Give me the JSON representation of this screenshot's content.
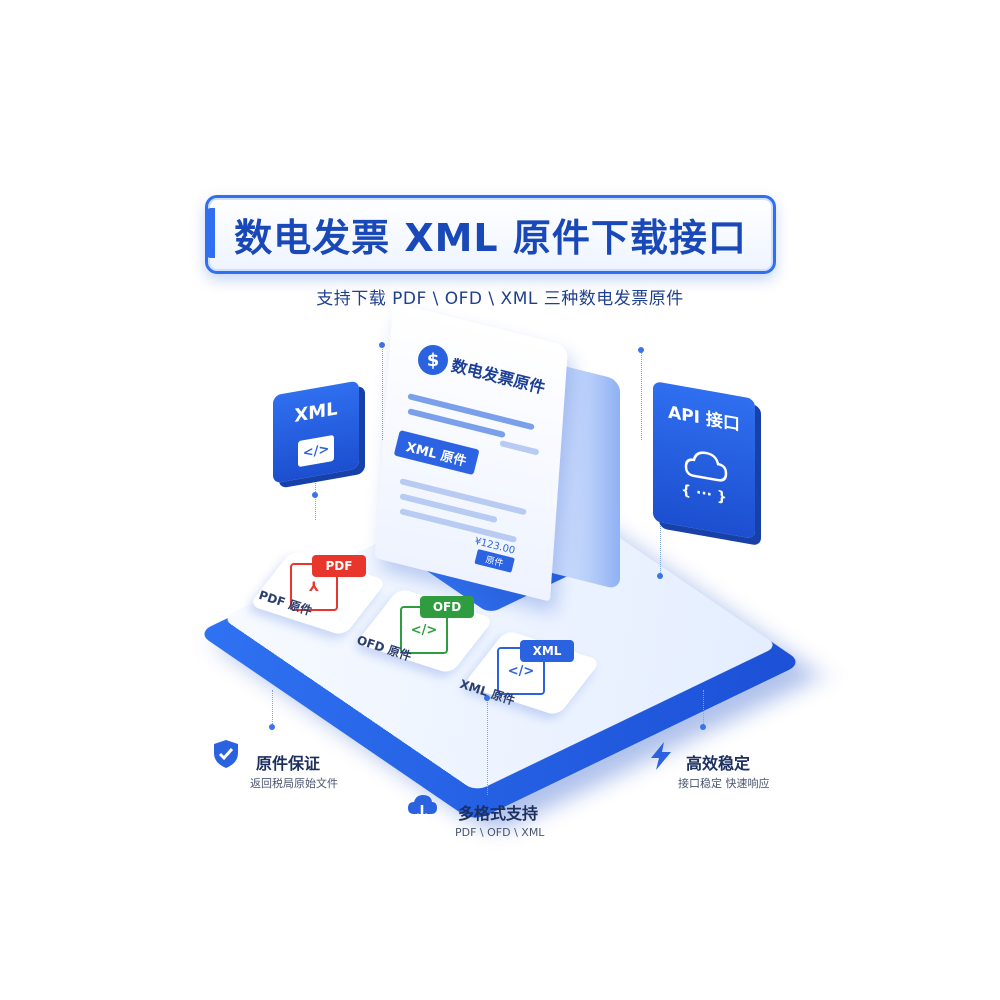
{
  "header": {
    "title": "数电发票 XML 原件下载接口",
    "subtitle": "支持下载 PDF \\ OFD \\ XML 三种数电发票原件"
  },
  "receipt": {
    "title": "数电发票原件",
    "badge": "XML 原件",
    "amount": "¥123.00",
    "small_badge": "原件"
  },
  "cards": {
    "xml": {
      "label": "XML",
      "icon_text": "</>"
    },
    "api": {
      "label": "API 接口",
      "braces": "{ ··· }"
    }
  },
  "tiles": [
    {
      "tag": "PDF",
      "label": "PDF 原件",
      "color": "#e8362d"
    },
    {
      "tag": "OFD",
      "label": "OFD 原件",
      "color": "#2f9d3f"
    },
    {
      "tag": "XML",
      "label": "XML 原件",
      "color": "#2a62e0"
    }
  ],
  "features": {
    "original": {
      "title": "原件保证",
      "sub": "返回税局原始文件"
    },
    "formats": {
      "title": "多格式支持",
      "sub": "PDF \\ OFD \\ XML"
    },
    "stable": {
      "title": "高效稳定",
      "sub": "接口稳定 快速响应"
    }
  },
  "colors": {
    "brand": "#2f6ff0",
    "dark_brand": "#1948b8"
  }
}
